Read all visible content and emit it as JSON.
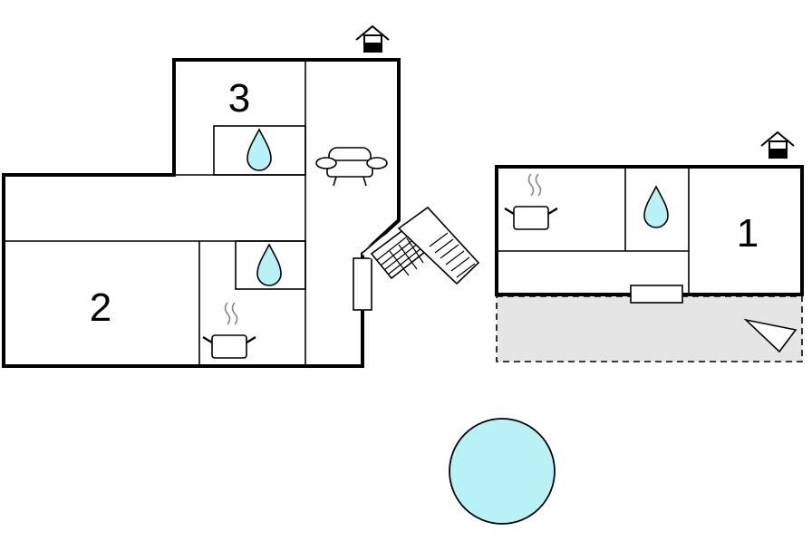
{
  "rooms": {
    "room_1": "1",
    "room_2": "2",
    "room_3": "3"
  },
  "colors": {
    "water": "#b8f2f7",
    "terrace": "#e5e5e5",
    "walls": "#000000",
    "background": "#ffffff"
  },
  "icons": [
    "house-icon",
    "water-drop-icon",
    "armchair-icon",
    "cooking-pot-icon",
    "staircase-icon",
    "north-arrow-icon",
    "pool-icon"
  ]
}
